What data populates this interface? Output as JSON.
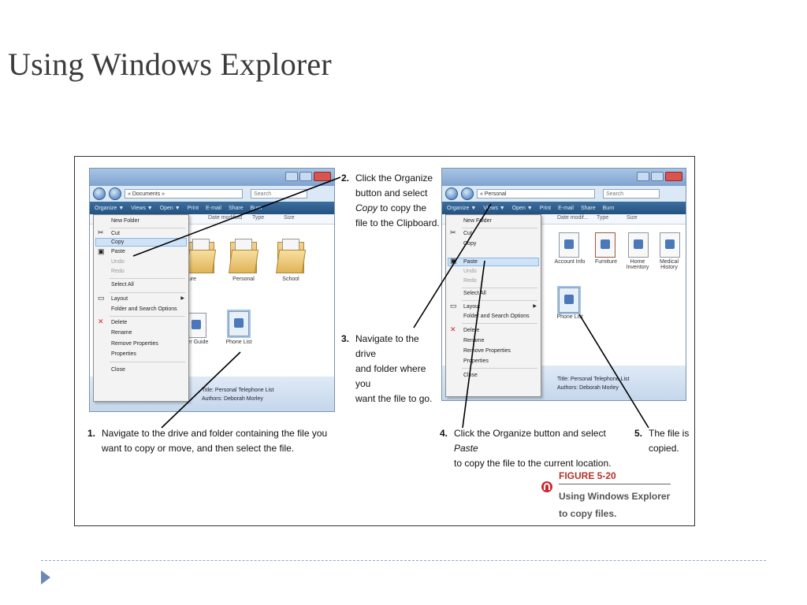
{
  "slide": {
    "title": "Using Windows Explorer"
  },
  "left_window": {
    "address_path": "« Documents »",
    "search_placeholder": "Search",
    "toolbar": [
      "Organize ▼",
      "Views ▼",
      "Open ▼",
      "Print",
      "E-mail",
      "Share",
      "Burn"
    ],
    "headers": [
      "Date modified",
      "Type",
      "Size"
    ],
    "files": [
      "Personal",
      "School",
      "Phone List"
    ],
    "partial_labels": [
      "ure",
      "ter Guide"
    ],
    "details": [
      "Title: Personal Telephone List",
      "Authors: Deborah Morley"
    ],
    "menu": {
      "items": [
        "New Folder",
        "Cut",
        "Copy",
        "Paste",
        "Undo",
        "Redo",
        "Select All",
        "Layout",
        "Folder and Search Options",
        "Delete",
        "Rename",
        "Remove Properties",
        "Properties",
        "Close"
      ],
      "highlighted": "Copy"
    }
  },
  "right_window": {
    "address_path": "« Personal",
    "search_placeholder": "Search",
    "toolbar": [
      "Organize ▼",
      "Views ▼",
      "Open ▼",
      "Print",
      "E-mail",
      "Share",
      "Burn"
    ],
    "headers": [
      "Date modif...",
      "Type",
      "Size"
    ],
    "files": [
      "Account Info",
      "Furniture",
      "Home Inventory",
      "Medical History",
      "Phone List"
    ],
    "details": [
      "Title: Personal Telephone List",
      "Authors: Deborah Morley"
    ],
    "menu": {
      "items": [
        "New Folder",
        "Cut",
        "Copy",
        "Paste",
        "Undo",
        "Redo",
        "Select All",
        "Layout",
        "Folder and Search Options",
        "Delete",
        "Rename",
        "Remove Properties",
        "Properties",
        "Close"
      ],
      "highlighted": "Paste"
    }
  },
  "callouts": [
    {
      "num": "1.",
      "line1": "Navigate to the drive and folder containing the file you",
      "line2": "want to copy or move, and then select the file."
    },
    {
      "num": "2.",
      "line1": "Click the Organize",
      "line2": "button and select",
      "line3_em": "Copy",
      "line3_rest": " to copy the",
      "line4": "file to the Clipboard."
    },
    {
      "num": "3.",
      "line1": "Navigate to the drive",
      "line2": "and folder where you",
      "line3": "want the file to go."
    },
    {
      "num": "4.",
      "line1_pre": "Click the Organize button and select ",
      "line1_em": "Paste",
      "line2": "to copy the file to the current location."
    },
    {
      "num": "5.",
      "line1": "The file is",
      "line2": "copied."
    }
  ],
  "figure_caption": {
    "number": "FIGURE 5-20",
    "text": "Using Windows Explorer to copy files."
  },
  "colors": {
    "title_text": "#3b3b3b",
    "figure_number": "#b5322a",
    "toolbar": "#24527f",
    "accent_bullet": "#6d89b3"
  }
}
